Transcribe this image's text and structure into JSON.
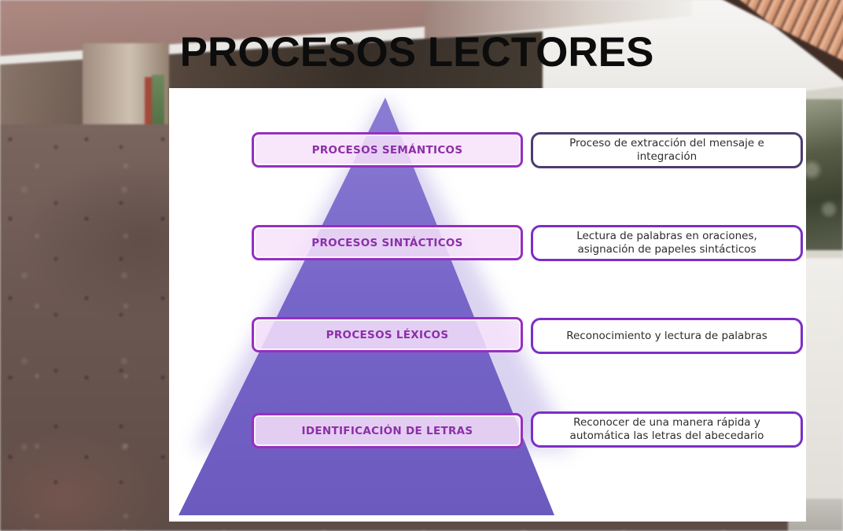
{
  "page_title": "PROCESOS LECTORES",
  "pyramid": {
    "levels": [
      {
        "label": "PROCESOS SEMÁNTICOS",
        "description": "Proceso de extracción del mensaje e integración"
      },
      {
        "label": "PROCESOS SINTÁCTICOS",
        "description": "Lectura de palabras en oraciones, asignación de papeles sintácticos"
      },
      {
        "label": "PROCESOS LÉXICOS",
        "description": "Reconocimiento y lectura de palabras"
      },
      {
        "label": "IDENTIFICACIÓN DE LETRAS",
        "description": "Reconocer de una manera rápida y automática las letras del abecedario"
      }
    ]
  },
  "colors": {
    "title_text": "#0c0c0c",
    "pyramid_fill": "#7262c4",
    "pyramid_halo": "#b5a8e2",
    "level_box_background": "#f7e2fa",
    "level_box_border": "#962fc0",
    "level_label_text": "#8c2fa8",
    "description_box_border": "#7b2fc6",
    "description_box_border_first": "#4d3d6e",
    "description_text": "#2d2d2d",
    "panel_background": "#ffffff"
  }
}
